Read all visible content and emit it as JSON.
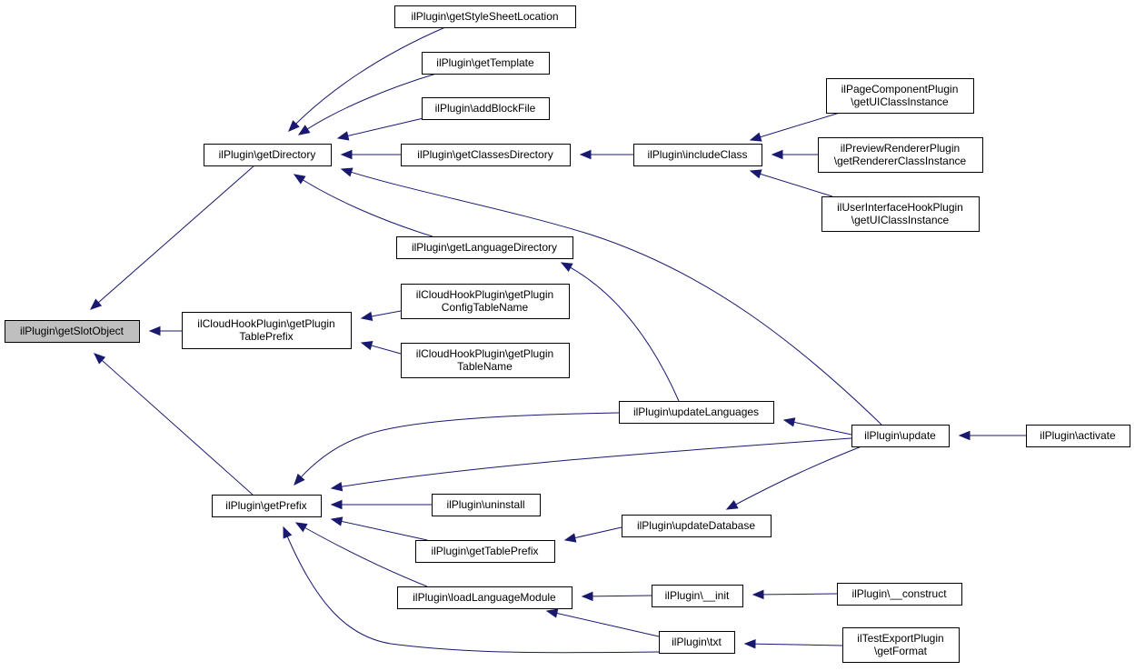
{
  "diagram": {
    "colors": {
      "edge": "#191970",
      "node_border": "#000000",
      "root_fill": "#bfbfbf",
      "node_fill": "#ffffff"
    },
    "nodes": {
      "n_root": {
        "lines": [
          "ilPlugin\\getSlotObject"
        ],
        "root": true
      },
      "n_getDirectory": {
        "lines": [
          "ilPlugin\\getDirectory"
        ]
      },
      "n_getStyleSheetLocation": {
        "lines": [
          "ilPlugin\\getStyleSheetLocation"
        ]
      },
      "n_getTemplate": {
        "lines": [
          "ilPlugin\\getTemplate"
        ]
      },
      "n_addBlockFile": {
        "lines": [
          "ilPlugin\\addBlockFile"
        ]
      },
      "n_getClassesDirectory": {
        "lines": [
          "ilPlugin\\getClassesDirectory"
        ]
      },
      "n_includeClass": {
        "lines": [
          "ilPlugin\\includeClass"
        ]
      },
      "n_pageComponent": {
        "lines": [
          "ilPageComponentPlugin",
          "\\getUIClassInstance"
        ]
      },
      "n_previewRenderer": {
        "lines": [
          "ilPreviewRendererPlugin",
          "\\getRendererClassInstance"
        ]
      },
      "n_uiHook": {
        "lines": [
          "ilUserInterfaceHookPlugin",
          "\\getUIClassInstance"
        ]
      },
      "n_getLanguageDirectory": {
        "lines": [
          "ilPlugin\\getLanguageDirectory"
        ]
      },
      "n_cloudTablePrefix": {
        "lines": [
          "ilCloudHookPlugin\\getPlugin",
          "TablePrefix"
        ]
      },
      "n_cloudConfigTable": {
        "lines": [
          "ilCloudHookPlugin\\getPlugin",
          "ConfigTableName"
        ]
      },
      "n_cloudTableName": {
        "lines": [
          "ilCloudHookPlugin\\getPlugin",
          "TableName"
        ]
      },
      "n_updateLanguages": {
        "lines": [
          "ilPlugin\\updateLanguages"
        ]
      },
      "n_update": {
        "lines": [
          "ilPlugin\\update"
        ]
      },
      "n_activate": {
        "lines": [
          "ilPlugin\\activate"
        ]
      },
      "n_getPrefix": {
        "lines": [
          "ilPlugin\\getPrefix"
        ]
      },
      "n_uninstall": {
        "lines": [
          "ilPlugin\\uninstall"
        ]
      },
      "n_updateDatabase": {
        "lines": [
          "ilPlugin\\updateDatabase"
        ]
      },
      "n_getTablePrefix": {
        "lines": [
          "ilPlugin\\getTablePrefix"
        ]
      },
      "n_loadLanguageModule": {
        "lines": [
          "ilPlugin\\loadLanguageModule"
        ]
      },
      "n_init": {
        "lines": [
          "ilPlugin\\__init"
        ]
      },
      "n_construct": {
        "lines": [
          "ilPlugin\\__construct"
        ]
      },
      "n_txt": {
        "lines": [
          "ilPlugin\\txt"
        ]
      },
      "n_testExport": {
        "lines": [
          "ilTestExportPlugin",
          "\\getFormat"
        ]
      }
    },
    "edges": [
      {
        "from": "n_getDirectory",
        "to": "n_root"
      },
      {
        "from": "n_cloudTablePrefix",
        "to": "n_root"
      },
      {
        "from": "n_getPrefix",
        "to": "n_root"
      },
      {
        "from": "n_getStyleSheetLocation",
        "to": "n_getDirectory"
      },
      {
        "from": "n_getTemplate",
        "to": "n_getDirectory"
      },
      {
        "from": "n_addBlockFile",
        "to": "n_getDirectory"
      },
      {
        "from": "n_getClassesDirectory",
        "to": "n_getDirectory"
      },
      {
        "from": "n_getLanguageDirectory",
        "to": "n_getDirectory"
      },
      {
        "from": "n_update",
        "to": "n_getDirectory"
      },
      {
        "from": "n_includeClass",
        "to": "n_getClassesDirectory"
      },
      {
        "from": "n_pageComponent",
        "to": "n_includeClass"
      },
      {
        "from": "n_previewRenderer",
        "to": "n_includeClass"
      },
      {
        "from": "n_uiHook",
        "to": "n_includeClass"
      },
      {
        "from": "n_updateLanguages",
        "to": "n_getLanguageDirectory"
      },
      {
        "from": "n_cloudConfigTable",
        "to": "n_cloudTablePrefix"
      },
      {
        "from": "n_cloudTableName",
        "to": "n_cloudTablePrefix"
      },
      {
        "from": "n_update",
        "to": "n_updateLanguages"
      },
      {
        "from": "n_activate",
        "to": "n_update"
      },
      {
        "from": "n_updateLanguages",
        "to": "n_getPrefix"
      },
      {
        "from": "n_update",
        "to": "n_getPrefix"
      },
      {
        "from": "n_uninstall",
        "to": "n_getPrefix"
      },
      {
        "from": "n_getTablePrefix",
        "to": "n_getPrefix"
      },
      {
        "from": "n_loadLanguageModule",
        "to": "n_getPrefix"
      },
      {
        "from": "n_txt",
        "to": "n_getPrefix"
      },
      {
        "from": "n_updateDatabase",
        "to": "n_getTablePrefix"
      },
      {
        "from": "n_update",
        "to": "n_updateDatabase"
      },
      {
        "from": "n_init",
        "to": "n_loadLanguageModule"
      },
      {
        "from": "n_txt",
        "to": "n_loadLanguageModule"
      },
      {
        "from": "n_construct",
        "to": "n_init"
      },
      {
        "from": "n_testExport",
        "to": "n_txt"
      }
    ]
  }
}
